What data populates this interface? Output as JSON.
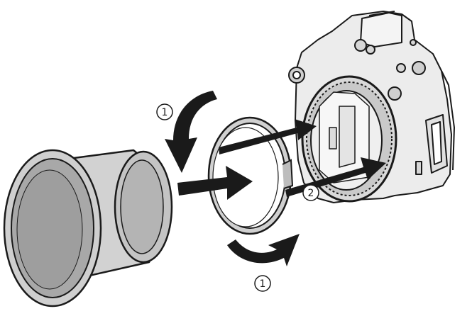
{
  "step_labels": {
    "rotate_top": "1",
    "rotate_bottom": "1",
    "insert": "2"
  },
  "colors": {
    "ink": "#1a1a1a",
    "fill_light": "#e6e6e6",
    "fill_mid": "#cfcfcf",
    "fill_dark": "#9a9a9a",
    "background": "#ffffff"
  },
  "icons": {
    "rotate_arrow": "curved-arrow-icon",
    "push_arrow": "straight-arrow-icon"
  }
}
